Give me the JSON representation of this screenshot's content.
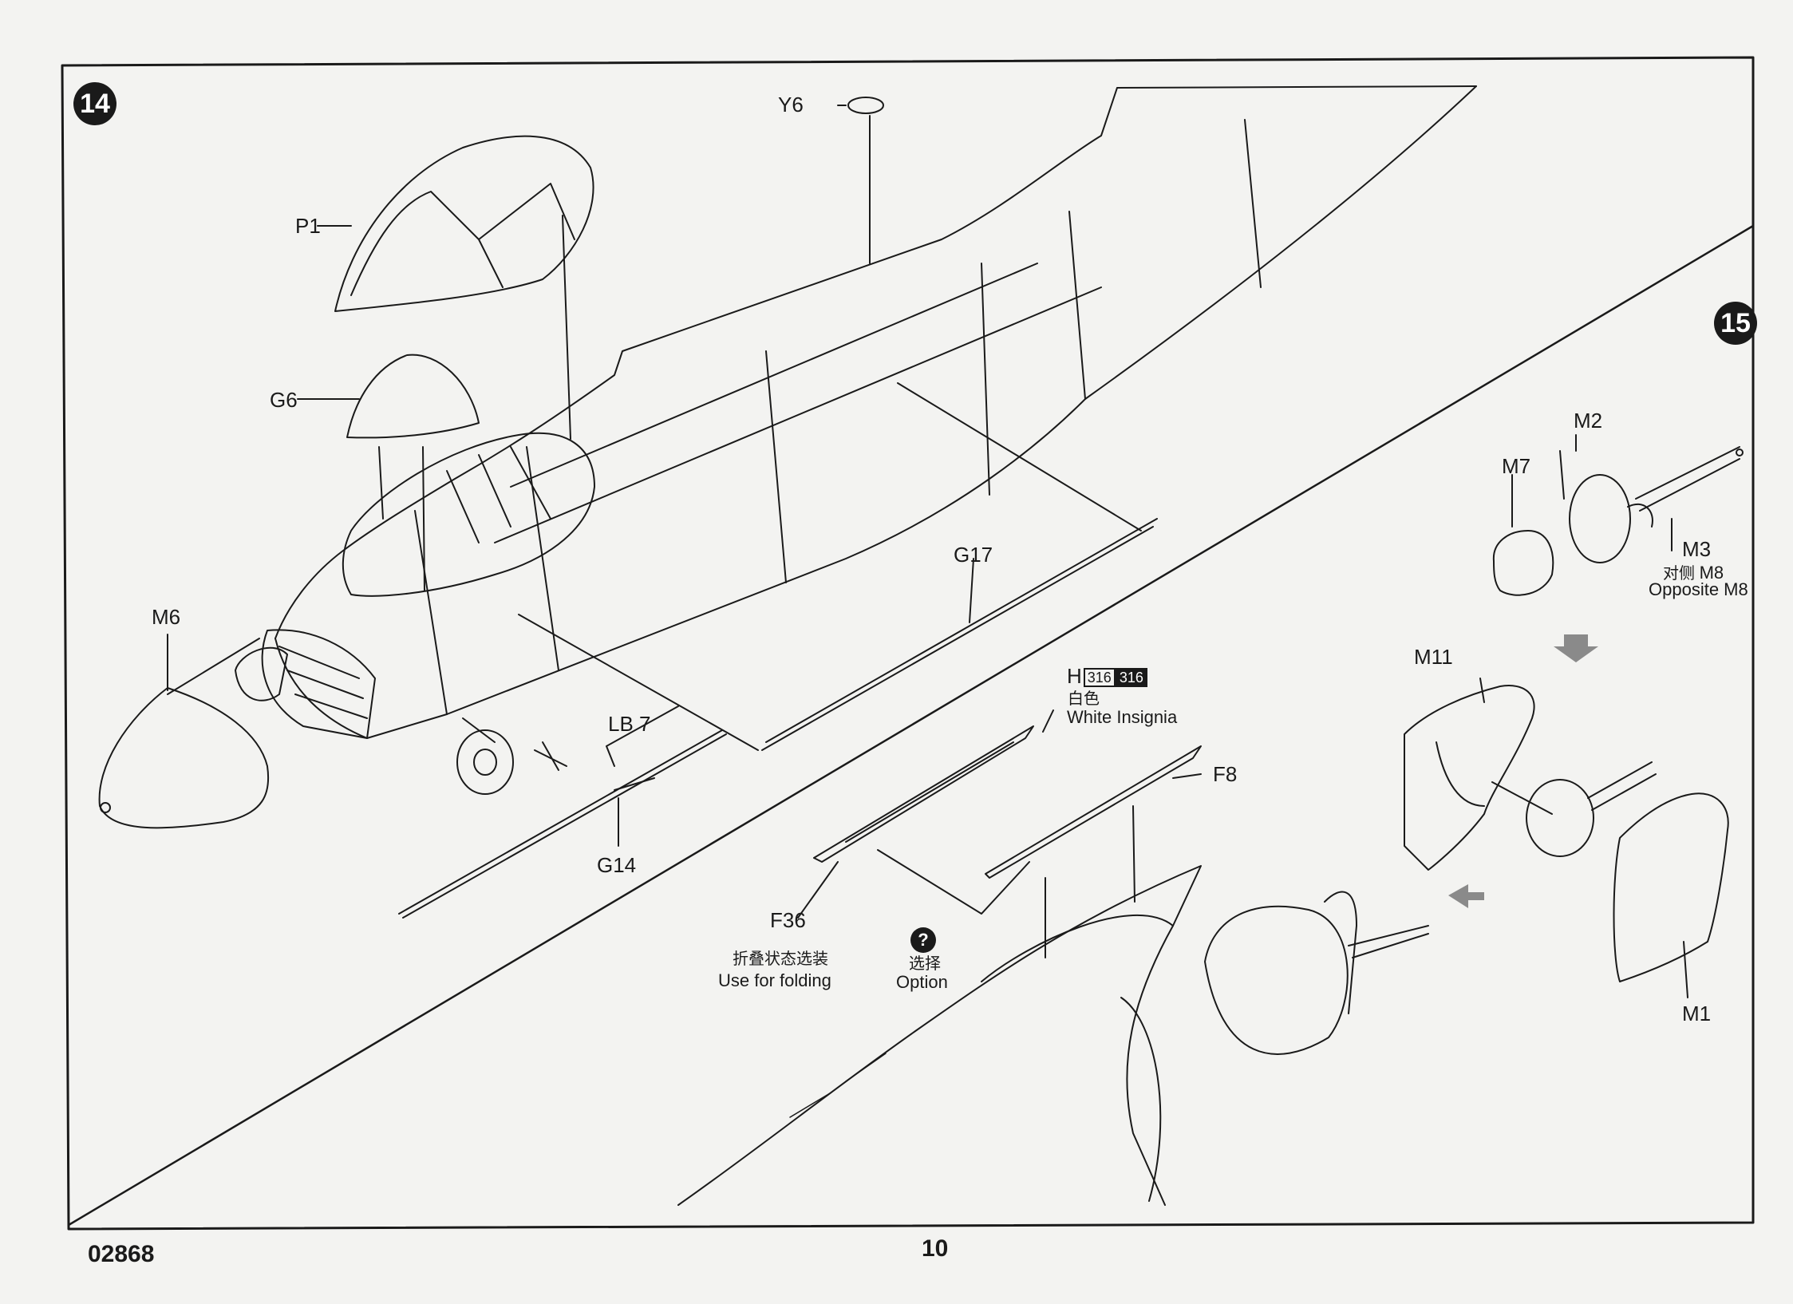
{
  "step14": {
    "number": "14",
    "parts": {
      "y6": "Y6",
      "p1": "P1",
      "g6": "G6",
      "m6": "M6",
      "g17": "G17",
      "lb7": "LB 7",
      "g14": "G14",
      "f8": "F8",
      "f36": "F36"
    },
    "paint": {
      "letter": "H",
      "code_outline": "316",
      "code_dark": "316",
      "name_cn": "白色",
      "name_en": "White Insignia"
    },
    "folding_cn": "折叠状态选装",
    "folding_en": "Use for folding",
    "option_symbol": "?",
    "option_cn": "选择",
    "option_en": "Option"
  },
  "step15": {
    "number": "15",
    "parts": {
      "m2": "M2",
      "m7": "M7",
      "m3": "M3",
      "m8_prefix_cn": "对侧",
      "m8": "M8",
      "m8_en": "Opposite M8",
      "m11": "M11",
      "m1": "M1"
    }
  },
  "footer": {
    "code": "02868",
    "page": "10"
  }
}
